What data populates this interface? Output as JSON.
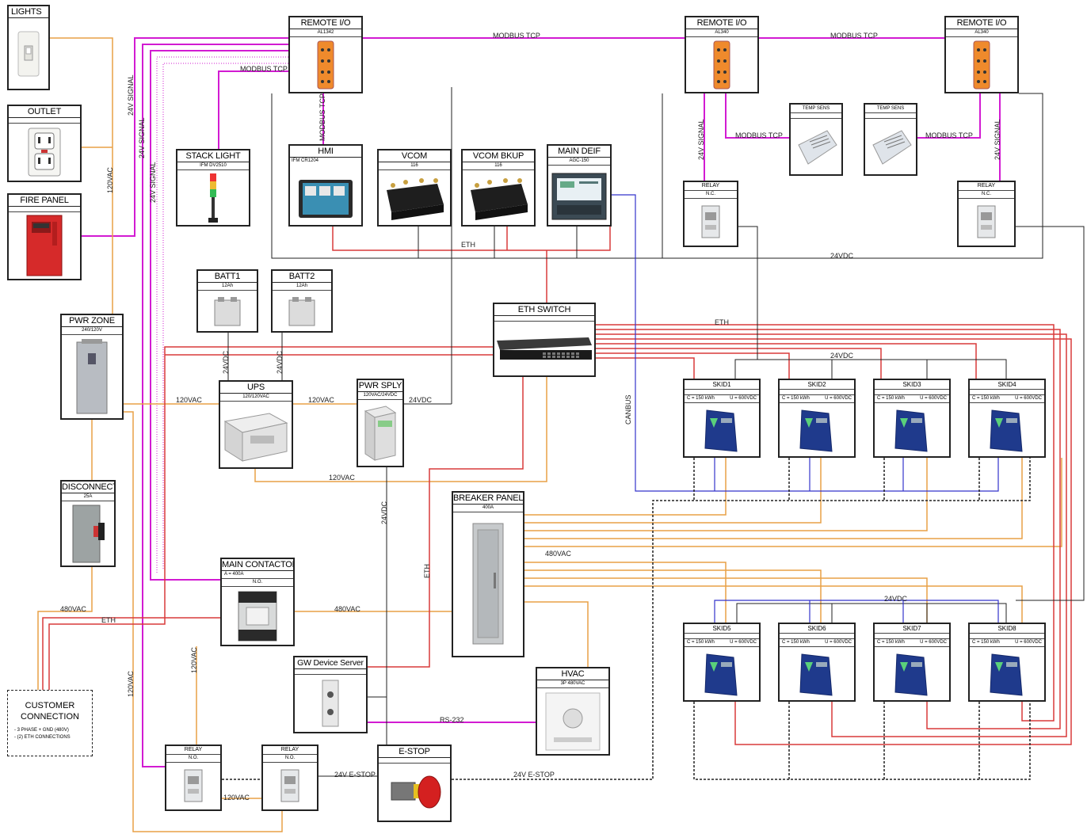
{
  "boxes": {
    "lights": {
      "title": "LIGHTS"
    },
    "outlet": {
      "title": "OUTLET"
    },
    "fire_panel": {
      "title": "FIRE PANEL"
    },
    "pwr_zone": {
      "title": "PWR ZONE",
      "sub": "240/120V"
    },
    "disconnect": {
      "title": "DISCONNECT",
      "sub": "25A"
    },
    "remote_io_1": {
      "title": "REMOTE I/O",
      "sub": "AL1342"
    },
    "remote_io_2": {
      "title": "REMOTE I/O",
      "sub": "AL340"
    },
    "remote_io_3": {
      "title": "REMOTE I/O",
      "sub": "AL340"
    },
    "stack_light": {
      "title": "STACK LIGHT",
      "sub": "IFM DV2510"
    },
    "hmi": {
      "title": "HMI",
      "sub": "IFM CR1204"
    },
    "vcom": {
      "title": "VCOM",
      "sub": "116"
    },
    "vcom_bkup": {
      "title": "VCOM BKUP",
      "sub": "116"
    },
    "main_deif": {
      "title": "MAIN DEIF",
      "sub": "AGC-150"
    },
    "temp_sens_1": {
      "title": "TEMP SENS"
    },
    "temp_sens_2": {
      "title": "TEMP SENS"
    },
    "relay_right_1": {
      "title": "RELAY",
      "sub": "N.C."
    },
    "relay_right_2": {
      "title": "RELAY",
      "sub": "N.C."
    },
    "batt1": {
      "title": "BATT1",
      "sub": "12Ah"
    },
    "batt2": {
      "title": "BATT2",
      "sub": "12Ah"
    },
    "eth_switch": {
      "title": "ETH SWITCH"
    },
    "ups": {
      "title": "UPS",
      "sub": "120/120VAC"
    },
    "pwr_sply": {
      "title": "PWR SPLY",
      "sub": "120VAC/24VDC"
    },
    "breaker_panel": {
      "title": "BREAKER PANEL",
      "sub": "400A"
    },
    "main_contactor": {
      "title": "MAIN CONTACTOR",
      "sub": "A =    400A",
      "sub2": "N.O."
    },
    "gw_device_server": {
      "title": "GW Device Server"
    },
    "hvac": {
      "title": "HVAC",
      "sub": "3P 480VAC"
    },
    "relay_bottom_1": {
      "title": "RELAY",
      "sub": "N.O."
    },
    "relay_bottom_2": {
      "title": "RELAY",
      "sub": "N.O."
    },
    "e_stop": {
      "title": "E-STOP"
    }
  },
  "skids": [
    {
      "title": "SKID1",
      "c": "C =  150 kWh",
      "u": "U =  600VDC"
    },
    {
      "title": "SKID2",
      "c": "C =  150 kWh",
      "u": "U =  600VDC"
    },
    {
      "title": "SKID3",
      "c": "C =  150 kWh",
      "u": "U =  600VDC"
    },
    {
      "title": "SKID4",
      "c": "C =  150 kWh",
      "u": "U =  600VDC"
    },
    {
      "title": "SKID5",
      "c": "C =  150 kWh",
      "u": "U =  600VDC"
    },
    {
      "title": "SKID6",
      "c": "C =  150 kWh",
      "u": "U =  600VDC"
    },
    {
      "title": "SKID7",
      "c": "C =  150 kWh",
      "u": "U =  600VDC"
    },
    {
      "title": "SKID8",
      "c": "C =  150 kWh",
      "u": "U =  600VDC"
    }
  ],
  "customer": {
    "title_line1": "CUSTOMER",
    "title_line2": "CONNECTION",
    "note1": "- 3 PHASE + GND (480V)",
    "note2": "- (2) ETH CONNECTIONS"
  },
  "wire_labels": {
    "modbus_tcp": "MODBUS TCP",
    "signal_24v": "24V SIGNAL",
    "vac_120": "120VAC",
    "vdc_24": "24VDC",
    "eth": "ETH",
    "vac_480": "480VAC",
    "canbus": "CANBUS",
    "rs232": "RS-232",
    "estop_24v": "24V E-STOP"
  },
  "colors": {
    "modbus": "#d21bd2",
    "power_ac": "#e8a046",
    "eth": "#d93a3a",
    "dc": "#222222",
    "canbus": "#3333cc",
    "estop": "#222222"
  }
}
